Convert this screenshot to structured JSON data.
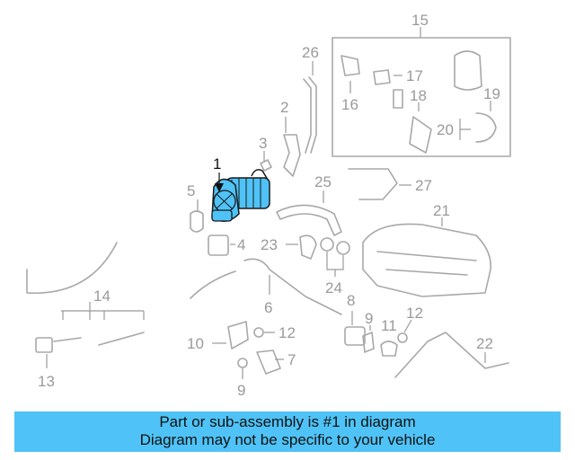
{
  "banner": {
    "line1": "Part or sub-assembly is #1 in diagram",
    "line2": "Diagram may not be specific to your vehicle",
    "background": "#4fc3f7"
  },
  "diagram": {
    "highlight_color": "#4fc3f7",
    "highlighted_part": "1",
    "callouts": [
      "1",
      "2",
      "3",
      "4",
      "5",
      "6",
      "7",
      "8",
      "9",
      "10",
      "11",
      "12",
      "13",
      "14",
      "15",
      "16",
      "17",
      "18",
      "19",
      "20",
      "21",
      "22",
      "23",
      "24",
      "25",
      "26",
      "27"
    ]
  }
}
